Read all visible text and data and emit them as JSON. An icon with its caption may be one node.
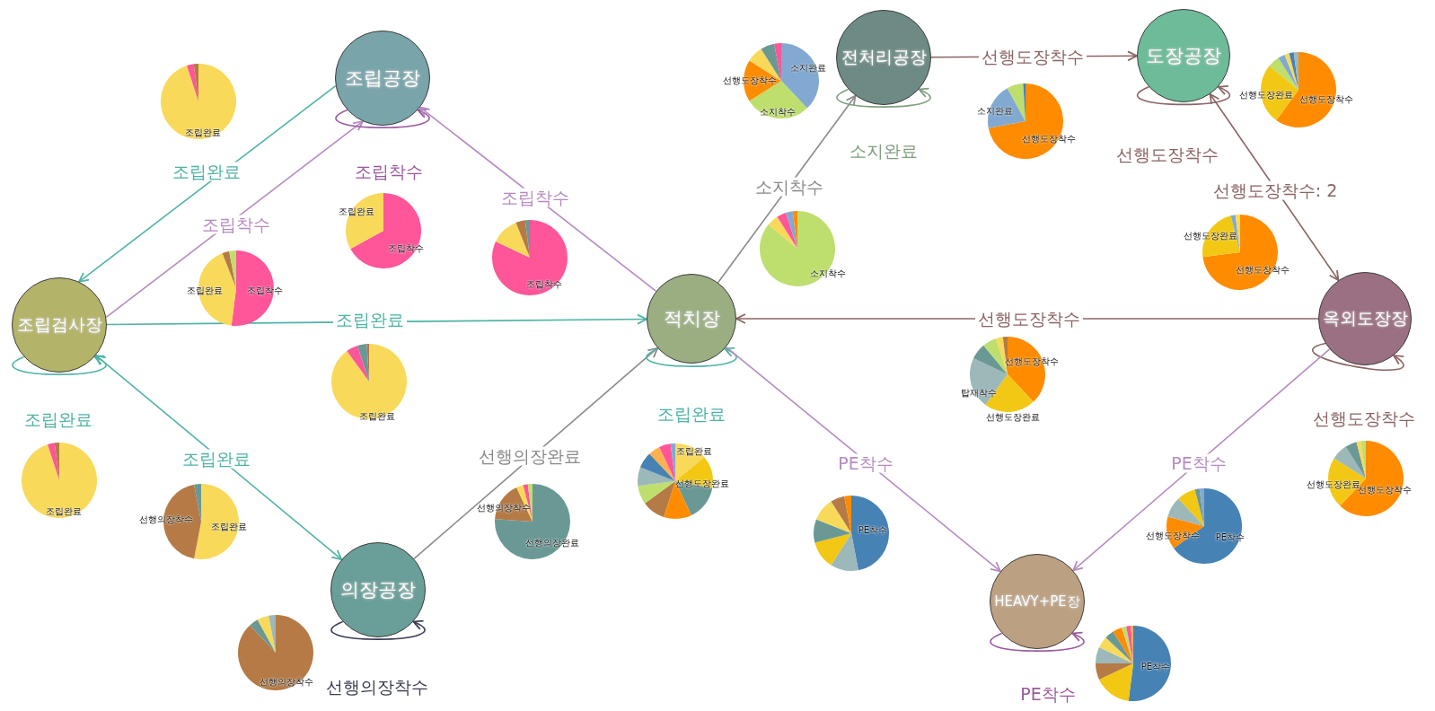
{
  "diagram": {
    "nodes": [
      {
        "text": [
          "조립공장"
        ]
      },
      {
        "text": [
          "조립검사장"
        ]
      },
      {
        "text": [
          "적치장"
        ]
      },
      {
        "text": [
          "전처리공장"
        ]
      },
      {
        "text": [
          "도장공장"
        ]
      },
      {
        "text": [
          "옥외도장장"
        ]
      },
      {
        "text": [
          "의장공장"
        ]
      },
      {
        "text": [
          "HEAVY+PE장"
        ]
      }
    ],
    "edges": [
      {
        "from": 0,
        "to": 1,
        "arrow": "to",
        "label": "조립완료",
        "color": "#4fb3a6"
      },
      {
        "from": 1,
        "to": 0,
        "arrow": "to",
        "label": "조립착수",
        "color": "#b58bc0"
      },
      {
        "from": 0,
        "to": 0,
        "arrow": "to",
        "label": "조립착수",
        "color": "#9a5a9e"
      },
      {
        "from": 2,
        "to": 0,
        "arrow": "to",
        "label": "조립착수",
        "color": "#b58bc0"
      },
      {
        "from": 1,
        "to": 2,
        "arrow": "to",
        "label": "조립완료",
        "color": "#4fb3a6"
      },
      {
        "from": 1,
        "to": 1,
        "arrow": "to",
        "label": "조립완료",
        "color": "#4fb3a6"
      },
      {
        "from": 1,
        "to": 6,
        "arrow": "both",
        "label": "조립완료",
        "color": "#4fb3a6"
      },
      {
        "from": 6,
        "to": 2,
        "arrow": "to",
        "label": "선행의장완료",
        "color": "#8a8a8a"
      },
      {
        "from": 6,
        "to": 6,
        "arrow": "to",
        "label": "선행의장착수",
        "color": "#3b3d55"
      },
      {
        "from": 2,
        "to": 2,
        "arrow": "to",
        "label": "조립완료",
        "color": "#4fb3a6"
      },
      {
        "from": 2,
        "to": 3,
        "arrow": "to",
        "label": "소지착수",
        "color": "#8a8a8a"
      },
      {
        "from": 3,
        "to": 3,
        "arrow": "to",
        "label": "소지완료",
        "color": "#7f9f7f"
      },
      {
        "from": 3,
        "to": 4,
        "arrow": "to",
        "label": "선행도장착수",
        "color": "#8b6464"
      },
      {
        "from": 4,
        "to": 4,
        "arrow": "to",
        "label": "선행도장착수",
        "color": "#8b6464"
      },
      {
        "from": 4,
        "to": 5,
        "arrow": "both",
        "label": "선행도장착수: 2",
        "color": "#8b6464"
      },
      {
        "from": 5,
        "to": 2,
        "arrow": "to",
        "label": "선행도장착수",
        "color": "#8b6464"
      },
      {
        "from": 5,
        "to": 5,
        "arrow": "to",
        "label": "선행도장착수",
        "color": "#8b6464"
      },
      {
        "from": 2,
        "to": 7,
        "arrow": "to",
        "label": "PE착수",
        "color": "#b58bc0"
      },
      {
        "from": 5,
        "to": 7,
        "arrow": "to",
        "label": "PE착수",
        "color": "#b58bc0"
      },
      {
        "from": 7,
        "to": 7,
        "arrow": "to",
        "label": "PE착수",
        "color": "#9a5a9e"
      }
    ],
    "labels": [
      "조립완료",
      "조립완료",
      "조립착수",
      "조립착수",
      "조립완료",
      "조립착수",
      "조립완료",
      "조립완료",
      "선행의장착수",
      "조립완료",
      "선행의장착수",
      "선행의장착수",
      "선행의장완료",
      "조립완료",
      "선행도장완료",
      "소지완료",
      "선행도장착수",
      "소지착수",
      "소지완료",
      "선행도장착수",
      "소지착수",
      "선행도장완료",
      "선행도장착수",
      "선행도장완료",
      "선행도장착수",
      "선행도장착수",
      "탑재착수",
      "선행도장완료",
      "PE착수",
      "선행도장착수",
      "PE착수",
      "선행도장완료",
      "선행도장착수",
      "PE착수"
    ]
  }
}
